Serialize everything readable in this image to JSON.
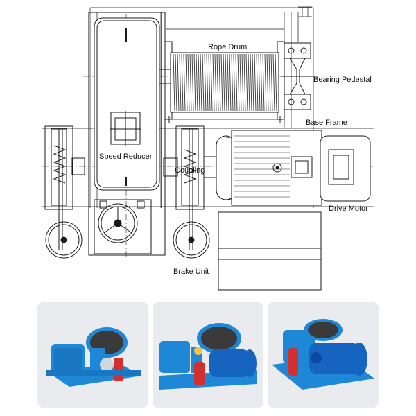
{
  "labels": {
    "rope_drum": "Rope Drum",
    "bearing_pedestal": "Bearing Pedestal",
    "base_frame": "Base Frame",
    "speed_reducer": "Speed Reducer",
    "coupling": "Coupling",
    "drive_motor": "Drive Motor",
    "brake_unit": "Brake Unit"
  },
  "colors": {
    "line": "#1a1a1a",
    "photo_bg": "#e9ebee",
    "machine_blue": "#1e88d6",
    "motor_blue": "#1565c0",
    "brake_red": "#d32f2f",
    "rope_dark": "#3a3a3a"
  },
  "photos": [
    {
      "name": "winch-photo-1"
    },
    {
      "name": "winch-photo-2"
    },
    {
      "name": "winch-photo-3"
    }
  ]
}
